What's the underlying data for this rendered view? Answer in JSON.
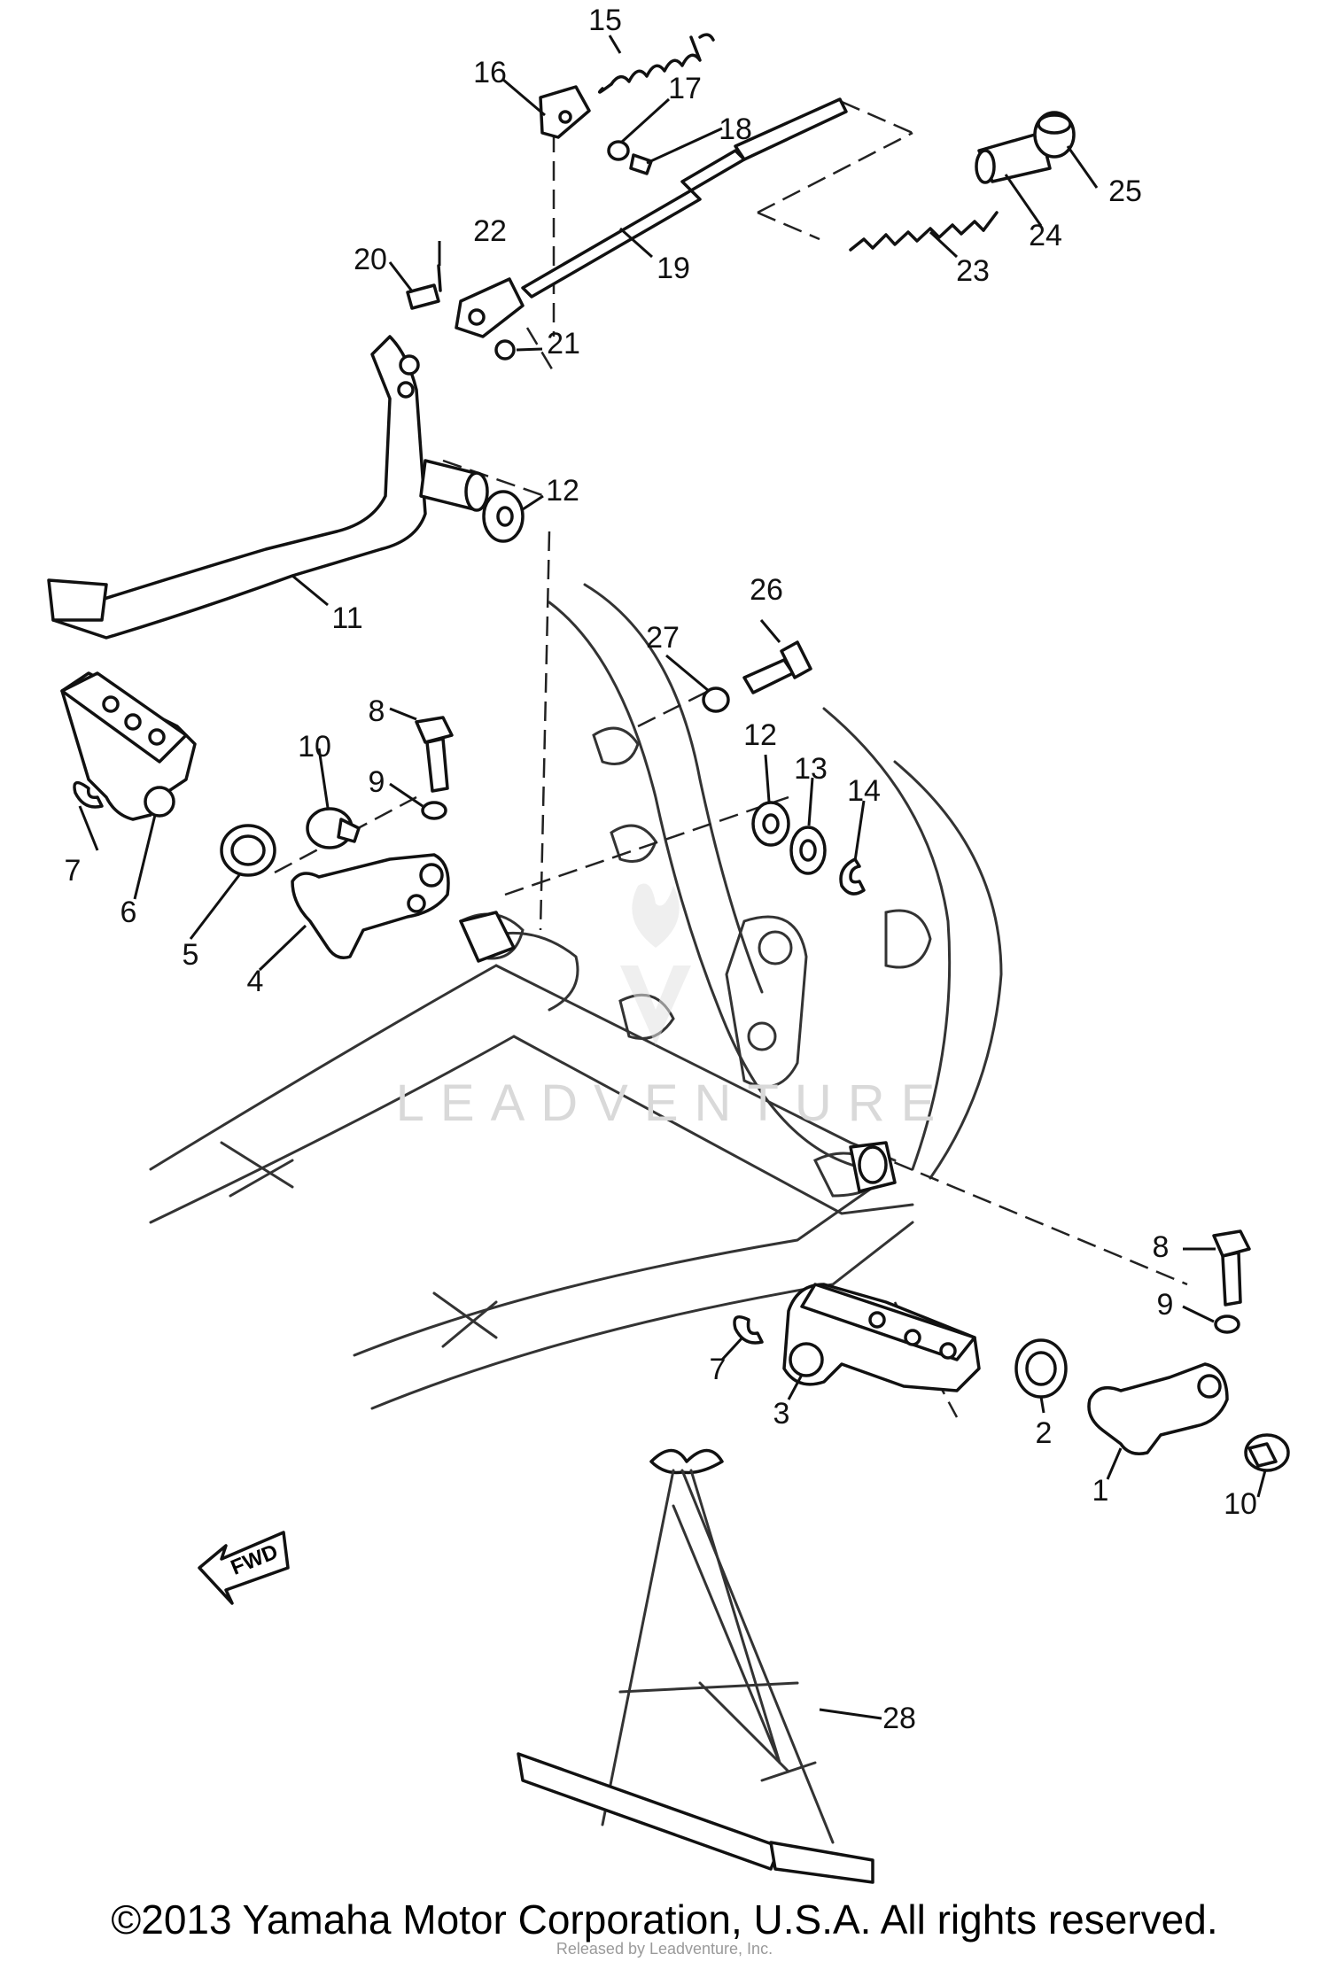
{
  "callouts": [
    "1",
    "2",
    "3",
    "4",
    "5",
    "6",
    "7",
    "8",
    "9",
    "10",
    "11",
    "12",
    "13",
    "14",
    "15",
    "16",
    "17",
    "18",
    "19",
    "20",
    "21",
    "22",
    "23",
    "24",
    "25",
    "26",
    "27",
    "28"
  ],
  "fwd_label": "FWD",
  "watermark": "LEADVENTURE",
  "copyright": "©2013 Yamaha Motor Corporation, U.S.A. All rights reserved.",
  "watermark_sub": "Released by Leadventure, Inc."
}
